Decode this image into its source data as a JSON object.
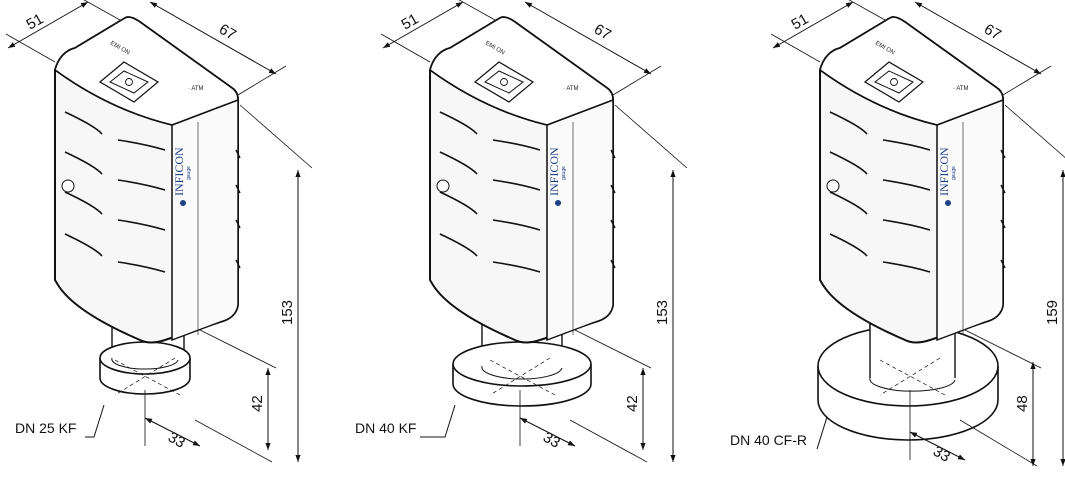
{
  "gauges": [
    {
      "flange_label": "DN 25 KF",
      "dim_depth": "51",
      "dim_width": "67",
      "dim_total_height": "153",
      "dim_flange_height": "42",
      "dim_flange_offset": "33",
      "brand": "INFICON",
      "brand_sub": "gauge",
      "emi_label": "EMI ON",
      "atm_label": "ATM"
    },
    {
      "flange_label": "DN 40 KF",
      "dim_depth": "51",
      "dim_width": "67",
      "dim_total_height": "153",
      "dim_flange_height": "42",
      "dim_flange_offset": "33",
      "brand": "INFICON",
      "brand_sub": "gauge",
      "emi_label": "EMI ON",
      "atm_label": "ATM"
    },
    {
      "flange_label": "DN 40 CF-R",
      "dim_depth": "51",
      "dim_width": "67",
      "dim_total_height": "159",
      "dim_flange_height": "48",
      "dim_flange_offset": "33",
      "brand": "INFICON",
      "brand_sub": "gauge",
      "emi_label": "EMI ON",
      "atm_label": "ATM"
    }
  ],
  "colors": {
    "line": "#111111",
    "body_fill": "#f7f7f7",
    "shade": "#e6e6e6",
    "brand": "#1f3f86"
  }
}
